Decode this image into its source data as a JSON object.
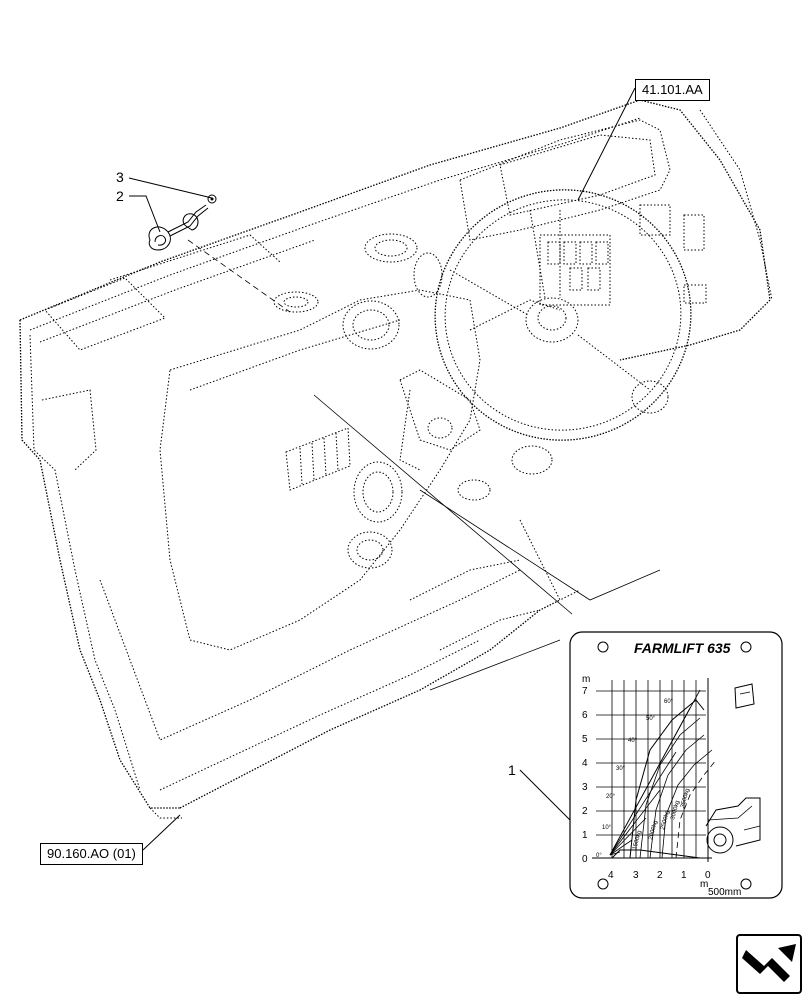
{
  "refs": {
    "top_ref": "41.101.AA",
    "bottom_ref": "90.160.AO (01)"
  },
  "callouts": [
    "1",
    "2",
    "3"
  ],
  "decal": {
    "title": "FARMLIFT 635",
    "y_unit": "m",
    "x_unit": "m",
    "x_unit_sub": "500mm",
    "y_ticks": [
      "0",
      "1",
      "2",
      "3",
      "4",
      "5",
      "6",
      "7"
    ],
    "x_ticks": [
      "4",
      "3",
      "2",
      "1",
      "0"
    ],
    "angles": [
      "0°",
      "10°",
      "20°",
      "30°",
      "40°",
      "50°",
      "60°"
    ],
    "loads": [
      "1500kg",
      "2000kg",
      "2500kg",
      "3000kg",
      "3500kg"
    ]
  },
  "icons": {
    "nav": "next-page-arrow-icon"
  }
}
